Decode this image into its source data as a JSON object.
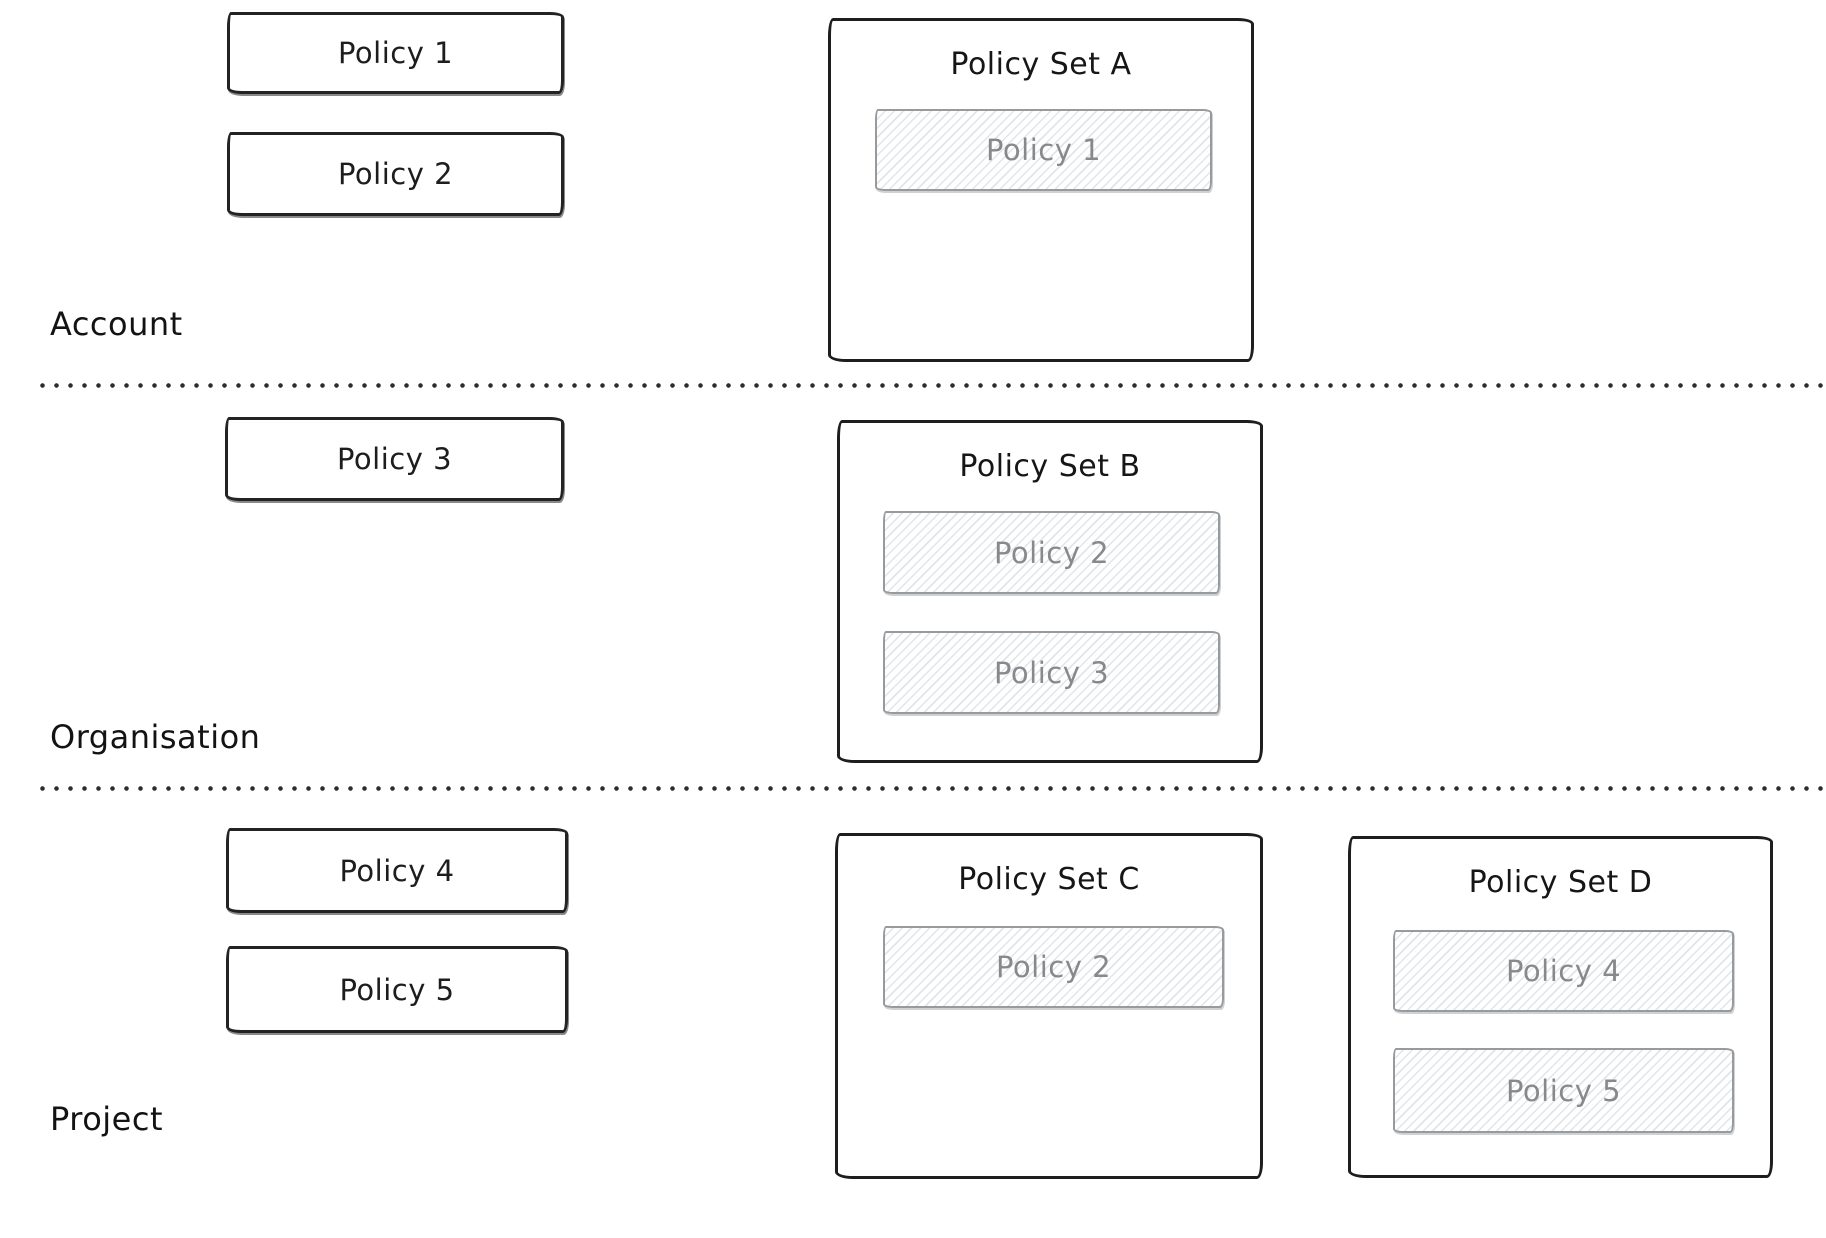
{
  "diagram": {
    "tiers": [
      {
        "label": "Account",
        "policies": [
          "Policy 1",
          "Policy 2"
        ],
        "policy_sets": [
          {
            "title": "Policy Set A",
            "members": [
              "Policy 1"
            ]
          }
        ]
      },
      {
        "label": "Organisation",
        "policies": [
          "Policy 3"
        ],
        "policy_sets": [
          {
            "title": "Policy Set B",
            "members": [
              "Policy 2",
              "Policy 3"
            ]
          }
        ]
      },
      {
        "label": "Project",
        "policies": [
          "Policy 4",
          "Policy 5"
        ],
        "policy_sets": [
          {
            "title": "Policy Set C",
            "members": [
              "Policy 2"
            ]
          },
          {
            "title": "Policy Set D",
            "members": [
              "Policy 4",
              "Policy 5"
            ]
          }
        ]
      }
    ],
    "colors": {
      "stroke": "#1e1e1e",
      "member_stroke": "#979b9e",
      "member_text": "#87898c",
      "hatch_line": "#e2e5e8",
      "divider_dot": "#2d2d2d",
      "background": "#ffffff"
    }
  }
}
